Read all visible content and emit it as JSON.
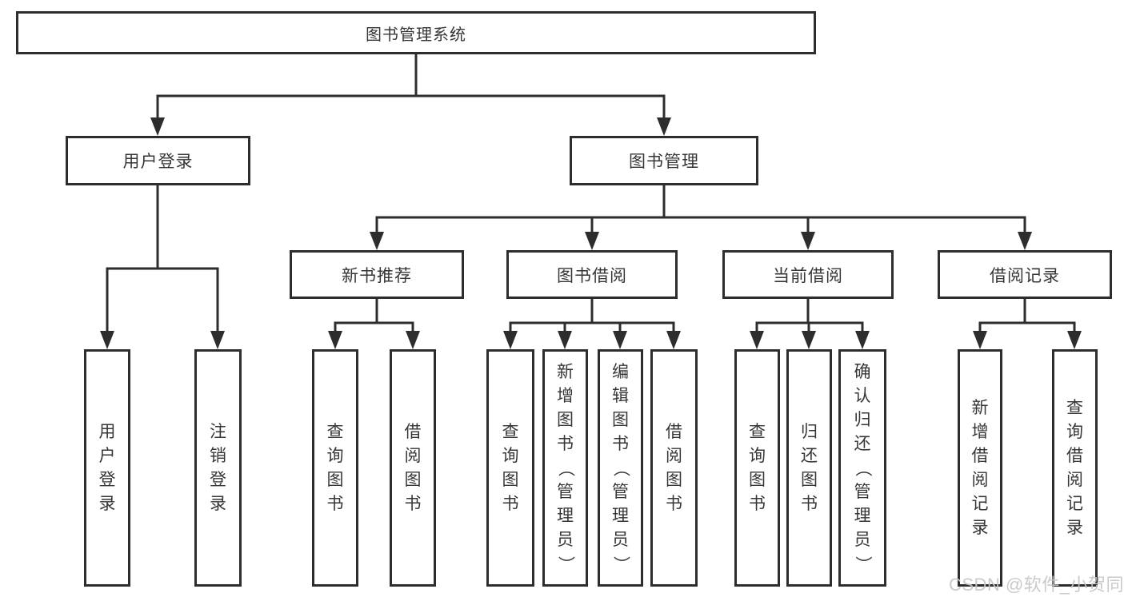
{
  "diagram": {
    "title": "图书管理系统",
    "branches": [
      {
        "label": "用户登录",
        "children": [
          {
            "label": "用户登录"
          },
          {
            "label": "注销登录"
          }
        ]
      },
      {
        "label": "图书管理",
        "children": [
          {
            "label": "新书推荐",
            "children": [
              {
                "label": "查询图书"
              },
              {
                "label": "借阅图书"
              }
            ]
          },
          {
            "label": "图书借阅",
            "children": [
              {
                "label": "查询图书"
              },
              {
                "label": "新增图书（管理员）"
              },
              {
                "label": "编辑图书（管理员）"
              },
              {
                "label": "借阅图书"
              }
            ]
          },
          {
            "label": "当前借阅",
            "children": [
              {
                "label": "查询图书"
              },
              {
                "label": "归还图书"
              },
              {
                "label": "确认归还（管理员）"
              }
            ]
          },
          {
            "label": "借阅记录",
            "children": [
              {
                "label": "新增借阅记录"
              },
              {
                "label": "查询借阅记录"
              }
            ]
          }
        ]
      }
    ]
  },
  "watermark": {
    "text": "CSDN @软件_小贺同学"
  },
  "colors": {
    "line": "#2d2d2d",
    "box_border": "#2d2d2d",
    "text": "#363636",
    "watermark": "#c6c6c6",
    "background": "#ffffff"
  }
}
